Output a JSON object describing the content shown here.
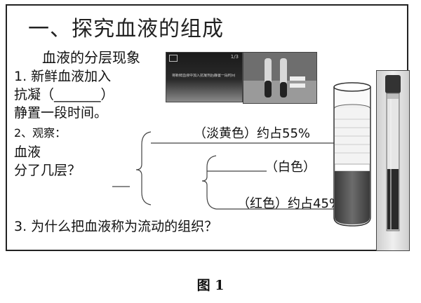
{
  "slide": {
    "title": "一、探究血液的组成",
    "subtitle": "血液的分层现象",
    "step1_line1": "1. 新鲜血液加入",
    "step1_line2": "抗凝（_______）",
    "step1_line3": "静置一段时间。",
    "step2_label": "2、观察：",
    "blood_word": "血液",
    "layers_question": "分了几层？",
    "label_top": "（淡黄色）约占55%",
    "label_middle": "（白色）",
    "label_bottom": "（红色）约占45%",
    "step3": "3. 为什么把血液称为流动的组织？",
    "video_counter": "1/3",
    "video_text": "将新鲜血液中加入抗凝剂后静置一段时间"
  },
  "caption": "图 1",
  "colors": {
    "border": "#222222",
    "text": "#111111"
  }
}
